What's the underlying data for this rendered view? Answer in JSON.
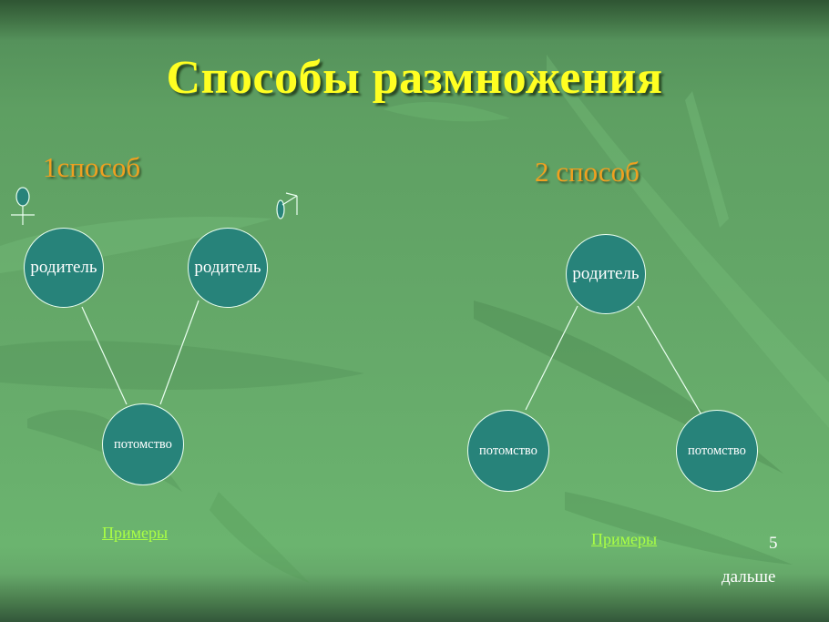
{
  "slide": {
    "title": "Способы размножения",
    "page_number": "5",
    "next_label": "дальше",
    "colors": {
      "title": "#ffff22",
      "subtitle": "#f0a020",
      "node_fill": "#27837a",
      "node_border": "#eafff0",
      "link": "#aaff44",
      "background": "#66aa6a"
    }
  },
  "method1": {
    "label": "1способ",
    "female_symbol": "female-symbol-icon",
    "male_symbol": "male-symbol-icon",
    "parents": [
      {
        "label": "родитель"
      },
      {
        "label": "родитель"
      }
    ],
    "offspring": [
      {
        "label": "потомство"
      }
    ],
    "examples_link": "Примеры "
  },
  "method2": {
    "label": "2 способ",
    "parents": [
      {
        "label": "родитель"
      }
    ],
    "offspring": [
      {
        "label": "потомство"
      },
      {
        "label": "потомство"
      }
    ],
    "examples_link": "Примеры"
  }
}
